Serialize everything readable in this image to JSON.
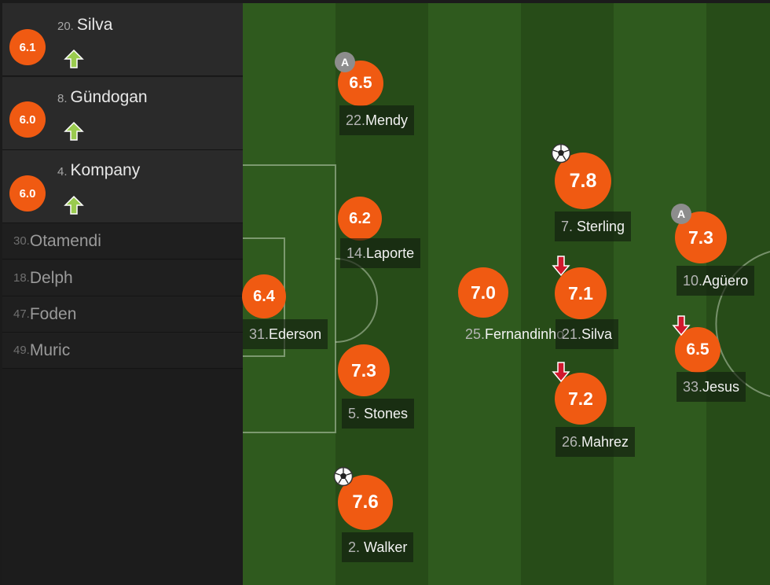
{
  "colors": {
    "rating": "#f05a12",
    "up_arrow": "#9acb4f",
    "down_arrow": "#d0182d",
    "captain_badge": "#8d8d8d",
    "pitch_dark": "#274c18",
    "pitch_light": "#2f5a1e"
  },
  "substitutes": [
    {
      "rating": "6.1",
      "number": "20.",
      "name": "Silva",
      "icon": "sub-in-arrow-icon"
    },
    {
      "rating": "6.0",
      "number": "8.",
      "name": "Gündogan",
      "icon": "sub-in-arrow-icon"
    },
    {
      "rating": "6.0",
      "number": "4.",
      "name": "Kompany",
      "icon": "sub-in-arrow-icon"
    }
  ],
  "bench": [
    {
      "number": "30.",
      "name": "Otamendi"
    },
    {
      "number": "18.",
      "name": "Delph"
    },
    {
      "number": "47.",
      "name": "Foden"
    },
    {
      "number": "49.",
      "name": "Muric"
    }
  ],
  "players": [
    {
      "rating": "6.5",
      "number": "22.",
      "name": "Mendy",
      "badge": "A"
    },
    {
      "rating": "6.2",
      "number": "14.",
      "name": "Laporte"
    },
    {
      "rating": "6.4",
      "number": "31.",
      "name": "Ederson"
    },
    {
      "rating": "7.3",
      "number": "5.",
      "name": "Stones"
    },
    {
      "rating": "7.6",
      "number": "2.",
      "name": "Walker",
      "icon": "soccer-ball-icon"
    },
    {
      "rating": "7.0",
      "number": "25.",
      "name": "Fernandinho"
    },
    {
      "rating": "7.8",
      "number": "7.",
      "name": "Sterling",
      "icon": "soccer-ball-icon"
    },
    {
      "rating": "7.1",
      "number": "21.",
      "name": "Silva",
      "icon": "sub-off-arrow-icon"
    },
    {
      "rating": "7.2",
      "number": "26.",
      "name": "Mahrez",
      "icon": "sub-off-arrow-icon"
    },
    {
      "rating": "7.3",
      "number": "10.",
      "name": "Agüero",
      "badge": "A"
    },
    {
      "rating": "6.5",
      "number": "33.",
      "name": "Jesus",
      "icon": "sub-off-arrow-icon"
    }
  ]
}
